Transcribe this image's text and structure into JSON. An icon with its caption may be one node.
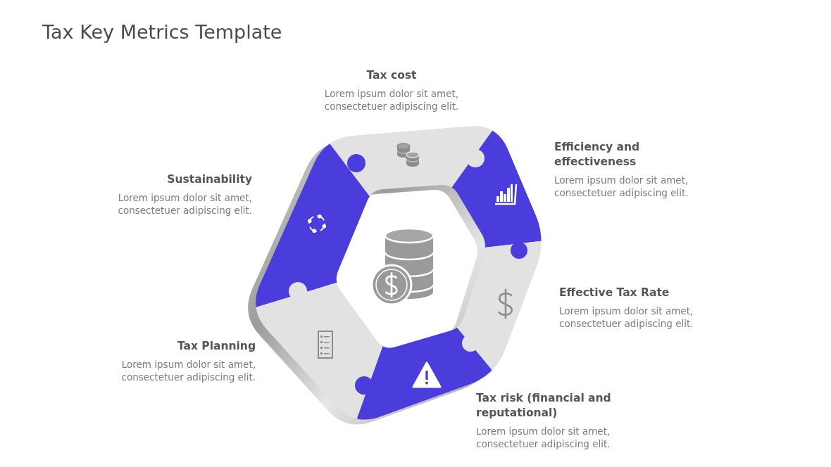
{
  "diagram": {
    "title": "Tax Key Metrics Template",
    "nodes": [
      {
        "text": [
          "Tax cost",
          "Lorem ipsum dolor sit amet, consectetuer adipiscing elit."
        ]
      },
      {
        "text": [
          "Efficiency and effectiveness",
          "Lorem ipsum dolor sit amet, consectetuer adipiscing elit."
        ]
      },
      {
        "text": [
          "Sustainability",
          "Lorem ipsum dolor sit amet, consectetuer adipiscing elit."
        ]
      },
      {
        "text": [
          "Effective Tax Rate",
          "Lorem ipsum dolor sit amet, consectetuer adipiscing elit."
        ]
      },
      {
        "text": [
          "Tax Planning",
          "Lorem ipsum dolor sit amet, consectetuer adipiscing elit."
        ]
      },
      {
        "text": [
          "Tax risk (financial and reputational)",
          "Lorem ipsum dolor sit amet, consectetuer adipiscing elit."
        ]
      }
    ]
  }
}
